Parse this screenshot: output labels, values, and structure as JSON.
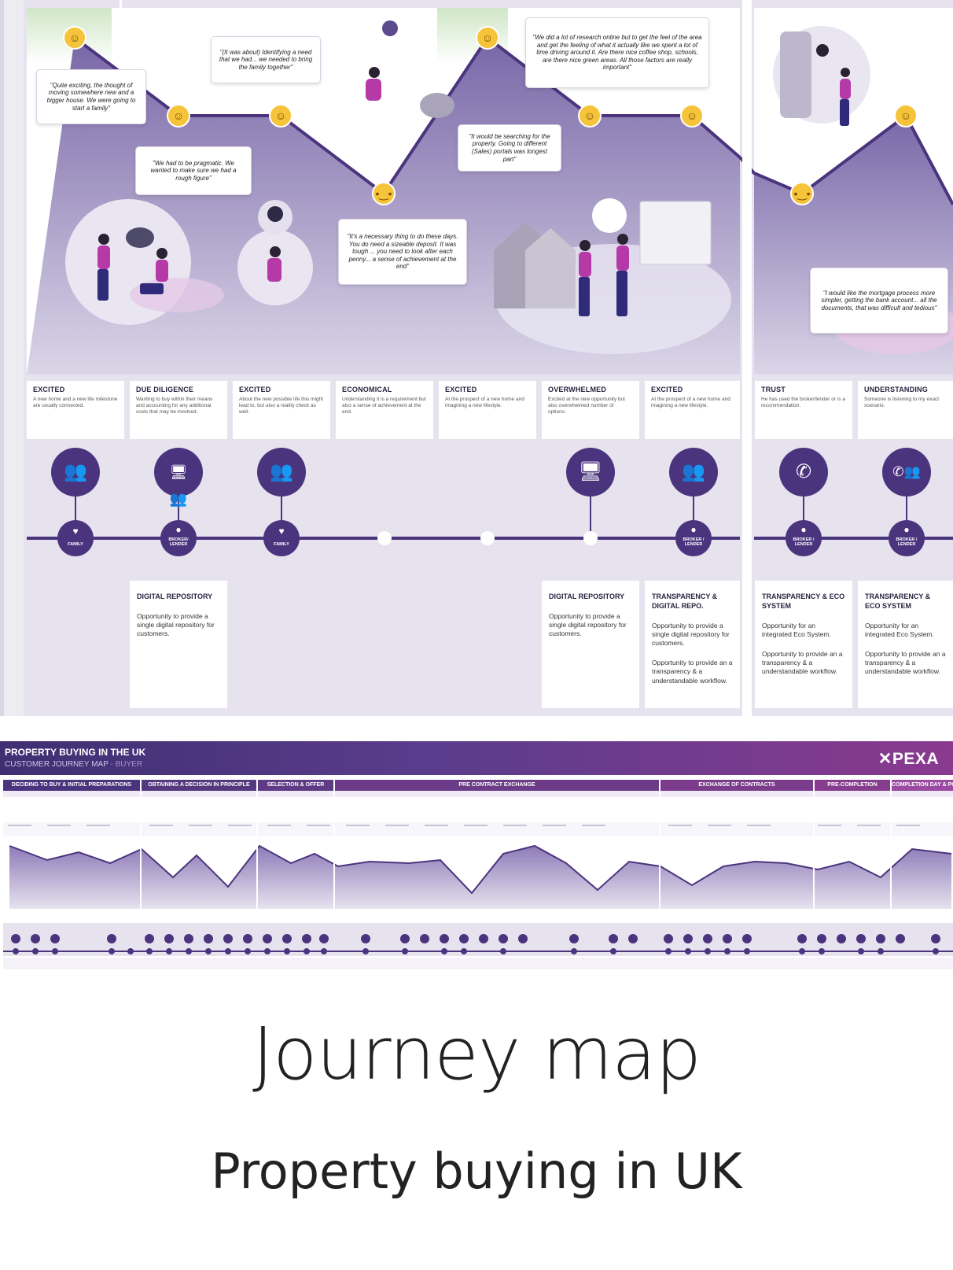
{
  "zoom": {
    "quotes": [
      "\"Quite exciting, the thought of moving somewhere new and a bigger house. We were going to start a family\"",
      "\"(It was about) Identifying a need that we had... we needed to bring the family together\"",
      "\"We had to be pragmatic. We wanted to make sure we had a rough figure\"",
      "\"It's a necessary thing to do these days. You do need a sizeable deposit. It was tough ... you need to look after each penny... a sense of achievement at the end\"",
      "\"It would be searching for the property. Going to different (Sales) portals was longest part\"",
      "\"We did a lot of research online but to get the feel of the area and get the feeling of what it actually like we spent a lot of time driving around it. Are there nice coffee shop, schools, are there nice green areas. All those factors are really important\"",
      "\"I would like the mortgage process more simpler, getting the bank account... all the documents, that was difficult and tedious\""
    ],
    "emotions": [
      {
        "title": "EXCITED",
        "desc": "A new home and a new life milestone are usually connected."
      },
      {
        "title": "DUE DILIGENCE",
        "desc": "Wanting to buy within their means and accounting for any additional costs that may be involved."
      },
      {
        "title": "EXCITED",
        "desc": "About the new possible life this might lead to, but also a reality check as well."
      },
      {
        "title": "ECONOMICAL",
        "desc": "Understanding it is a requirement but also a sense of achievement at the end."
      },
      {
        "title": "EXCITED",
        "desc": "At the prospect of a new home and imagining a new lifestyle."
      },
      {
        "title": "OVERWHELMED",
        "desc": "Excited at the new opportunity but also overwhelmed number of options."
      },
      {
        "title": "EXCITED",
        "desc": "At the prospect of a new home and imagining a new lifestyle."
      },
      {
        "title": "TRUST",
        "desc": "He has used the broker/lender or is a recommendation."
      },
      {
        "title": "UNDERSTANDING",
        "desc": "Someone is listening to my exact scenario."
      }
    ],
    "people_labels": {
      "family": "FAMILY",
      "broker_lender": "BROKER/ LENDER",
      "broker_lender_b": "BROKER / LENDER"
    },
    "opportunities": [
      {
        "title": "DIGITAL REPOSITORY",
        "text": "Opportunity to provide a single digital repository for customers.",
        "text2": ""
      },
      {
        "title": "DIGITAL REPOSITORY",
        "text": "Opportunity to provide a single digital repository for customers.",
        "text2": ""
      },
      {
        "title": "TRANSPARENCY & DIGITAL REPO.",
        "text": "Opportunity to provide a single digital repository for customers.",
        "text2": "Opportunity to provide an a transparency & a understandable workflow."
      },
      {
        "title": "TRANSPARENCY & ECO SYSTEM",
        "text": "Opportunity for an integrated Eco System.",
        "text2": "Opportunity to provide an a transparency & a understandable workflow."
      },
      {
        "title": "TRANSPARENCY & ECO SYSTEM",
        "text": "Opportunity for an integrated Eco System.",
        "text2": "Opportunity to provide an a transparency & a understandable workflow."
      }
    ]
  },
  "poster": {
    "title": "PROPERTY BUYING IN THE UK",
    "subtitle": "CUSTOMER JOURNEY MAP",
    "subtitle_suffix": "- BUYER",
    "logo": "PEXA",
    "phases": [
      "DECIDING TO BUY & INITIAL PREPARATIONS",
      "OBTAINING A DECISION IN PRINCIPLE",
      "SELECTION & OFFER",
      "PRE CONTRACT EXCHANGE",
      "EXCHANGE OF CONTRACTS",
      "PRE-COMPLETION",
      "COMPLETION DAY & POST"
    ]
  },
  "heading": "Journey map",
  "subheading": "Property buying in UK",
  "colors": {
    "primary": "#4b347e",
    "accent": "#c03cb4",
    "emoji": "#f5c43a",
    "background": "#e6e3ef"
  }
}
